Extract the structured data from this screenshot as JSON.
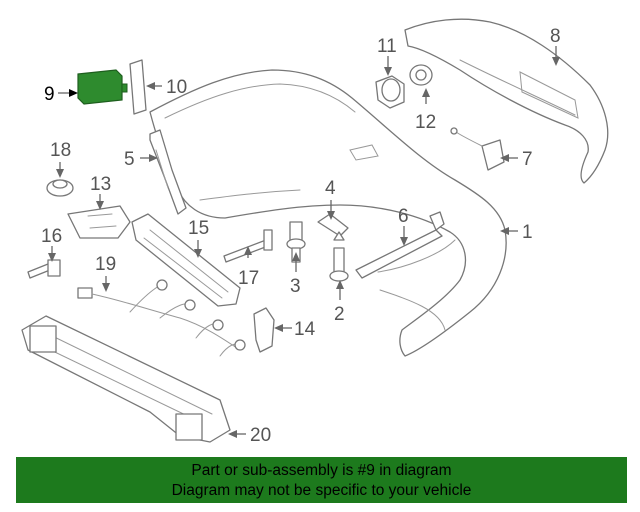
{
  "diagram": {
    "callouts": [
      "1",
      "2",
      "3",
      "4",
      "5",
      "6",
      "7",
      "8",
      "9",
      "10",
      "11",
      "12",
      "13",
      "14",
      "15",
      "16",
      "17",
      "18",
      "19",
      "20"
    ],
    "highlighted_part": "9",
    "highlight_color": "#2e8b2e",
    "line_color": "#777777"
  },
  "footer": {
    "line1": "Part or sub-assembly is #9 in diagram",
    "line2": "Diagram may not be specific to your vehicle",
    "background": "#1d7a1d"
  }
}
